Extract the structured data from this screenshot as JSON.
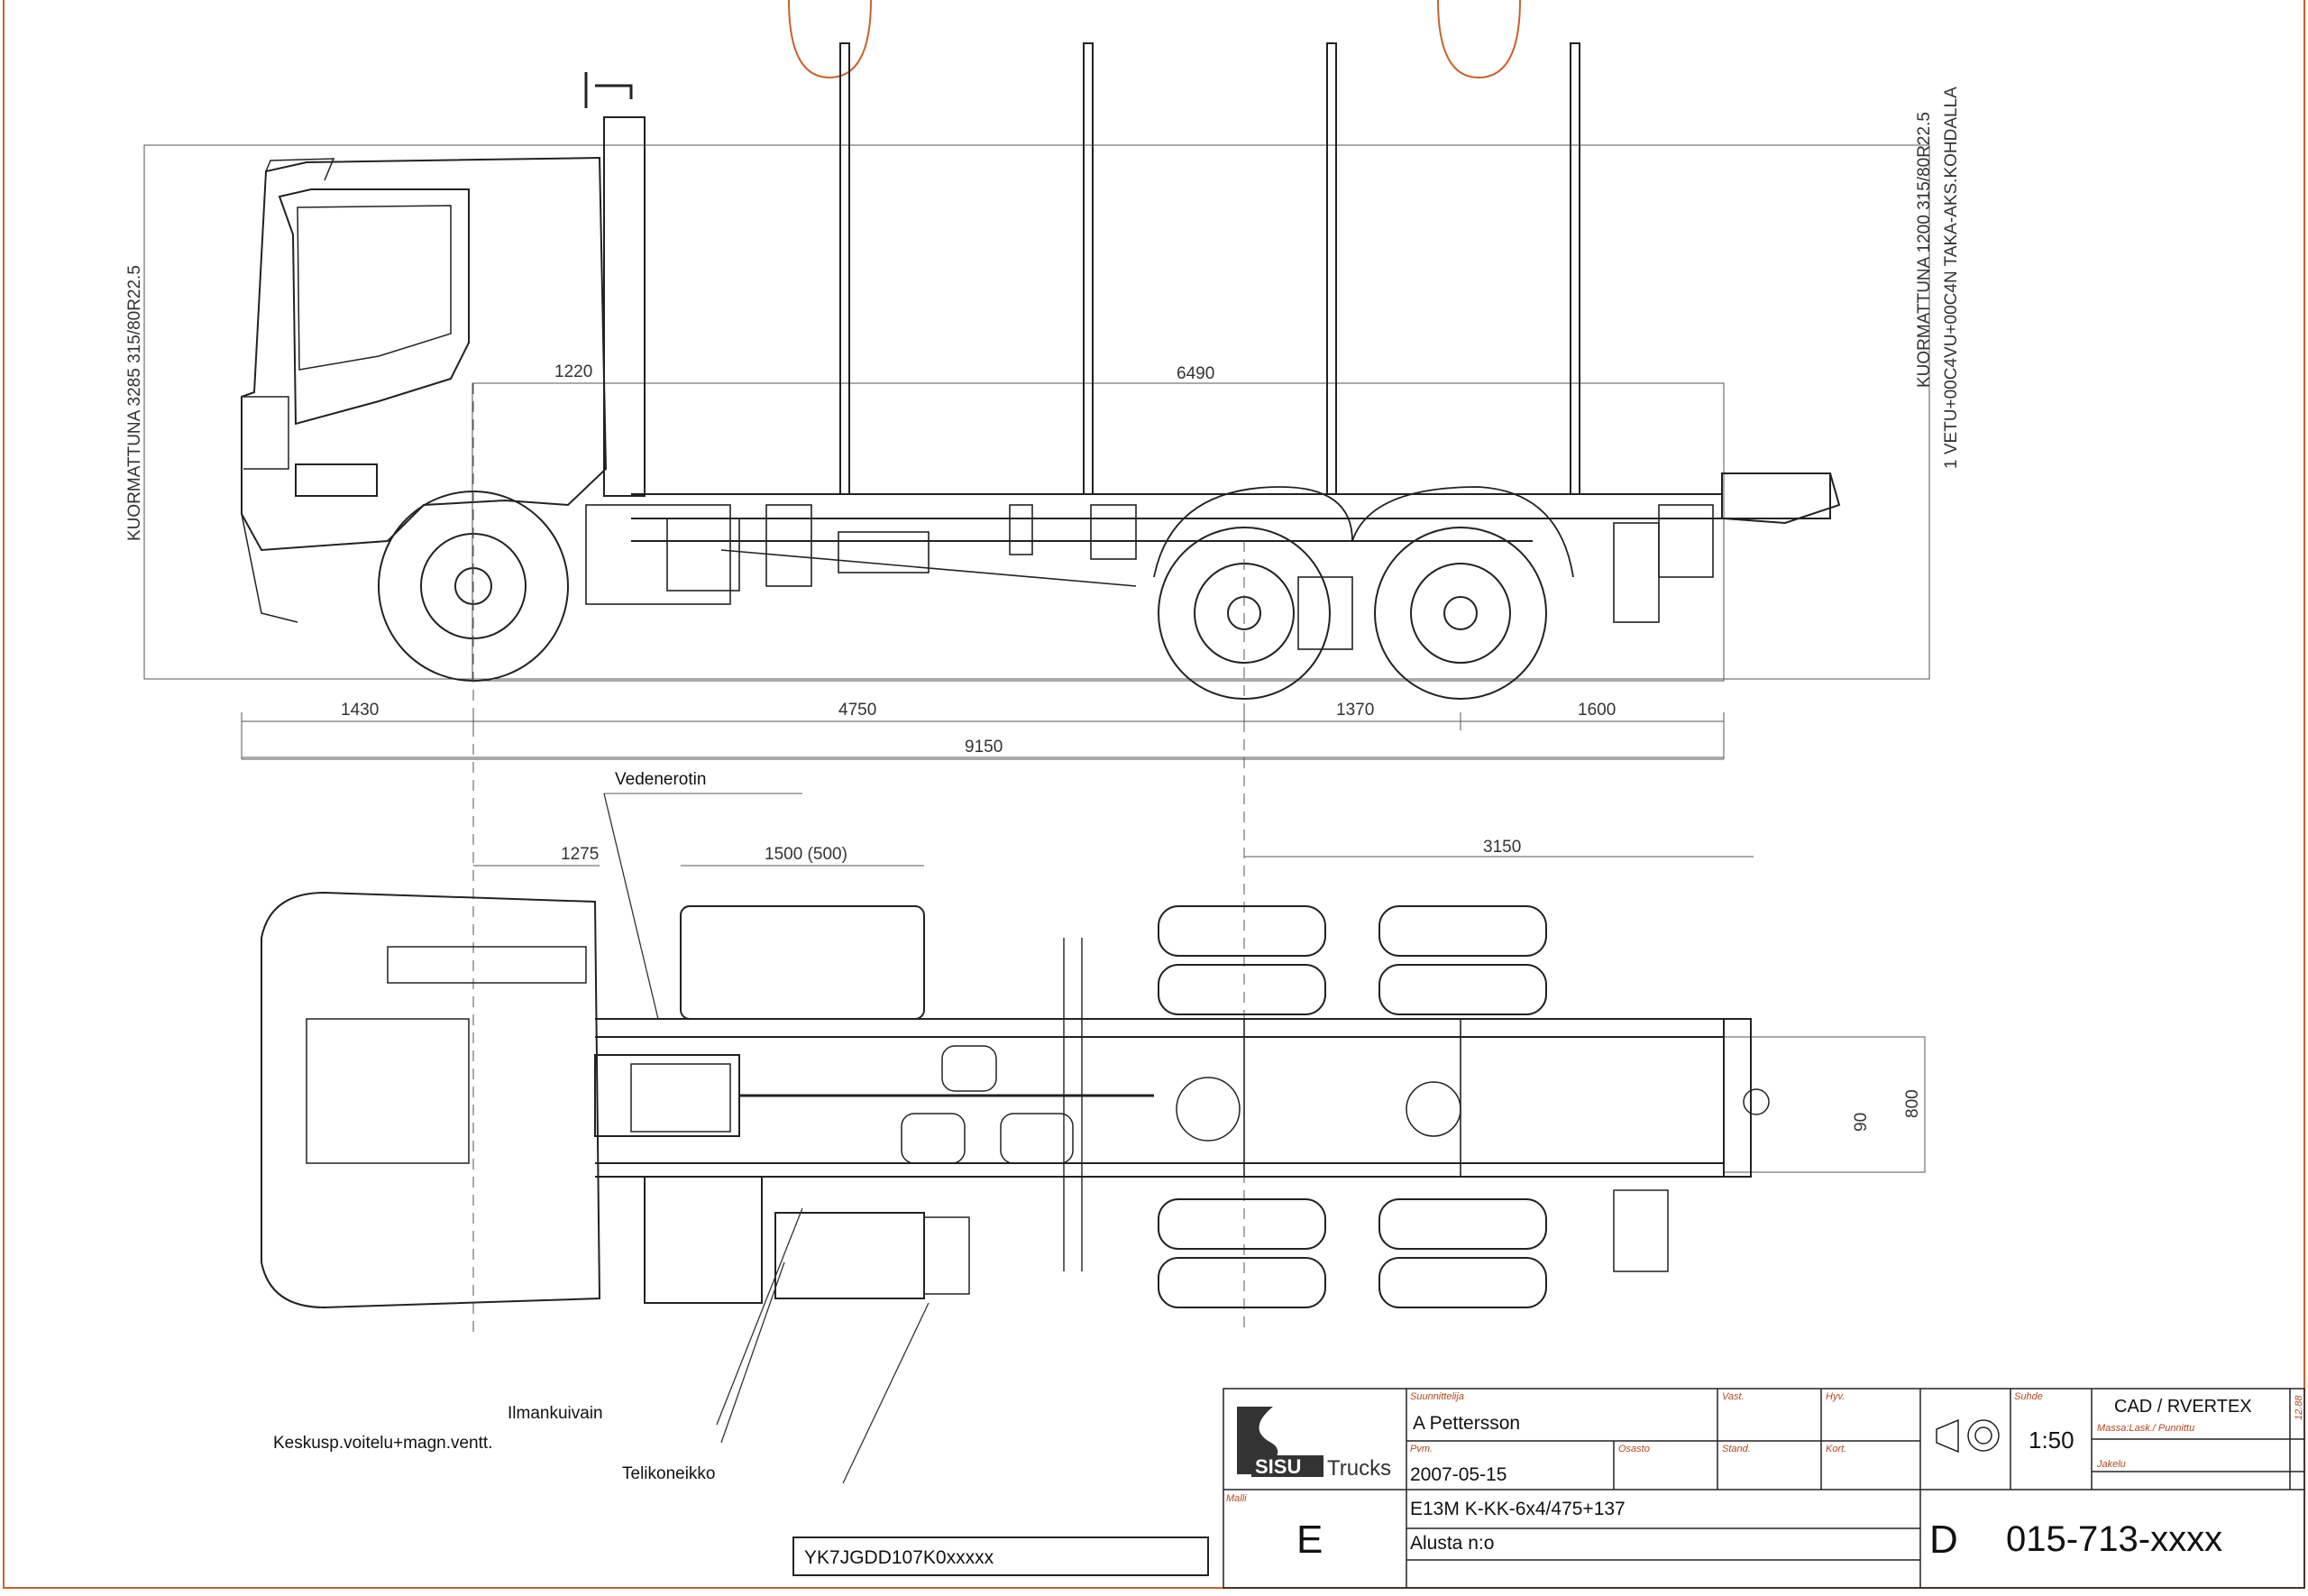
{
  "side_view": {
    "dims": {
      "d1220": "1220",
      "d6490": "6490",
      "d1430": "1430",
      "d4750": "4750",
      "d1370": "1370",
      "d1600": "1600",
      "d9150": "9150"
    },
    "left_note": "KUORMATTUNA 3285 315/80R22.5",
    "right_note_1": "KUORMATTUNA 1200 315/80R22.5",
    "right_note_2": "1 VETU+00C4VU+00C4N TAKA-AKS.KOHDALLA"
  },
  "top_view": {
    "dims": {
      "d1275": "1275",
      "d1500": "1500 (500)",
      "d3150": "3150",
      "d90": "90",
      "d800": "800"
    },
    "labels": {
      "vedenerotin": "Vedenerotin",
      "ilmankuivain": "Ilmankuivain",
      "keskusp": "Keskusp.voitelu+magn.ventt.",
      "telikoneikko": "Telikoneikko"
    }
  },
  "vin": "YK7JGDD107K0xxxxx",
  "title_block": {
    "logo_text": "SISU",
    "logo_sub": "Trucks",
    "malli_label": "Malli",
    "malli_value": "E",
    "suunnittelija_label": "Suunnittelija",
    "suunnittelija_value": "A Pettersson",
    "vast_label": "Vast.",
    "hyv_label": "Hyv.",
    "pvm_label": "Pvm.",
    "pvm_value": "2007-05-15",
    "osasto_label": "Osasto",
    "stand_label": "Stand.",
    "kort_label": "Kort.",
    "model_code": "E13M K-KK-6x4/475+137",
    "alusta": "Alusta n:o",
    "suhde_label": "Suhde",
    "scale": "1:50",
    "cad": "CAD / RVERTEX",
    "massa_label": "Massa:Lask./ Punnittu",
    "jakelu_label": "Jakelu",
    "sheet_size": "D",
    "drawing_no": "015-713-xxxx",
    "edge_note": "12.88"
  },
  "colors": {
    "frame": "#c8622b",
    "line": "#222222",
    "dim_line": "#555555"
  }
}
